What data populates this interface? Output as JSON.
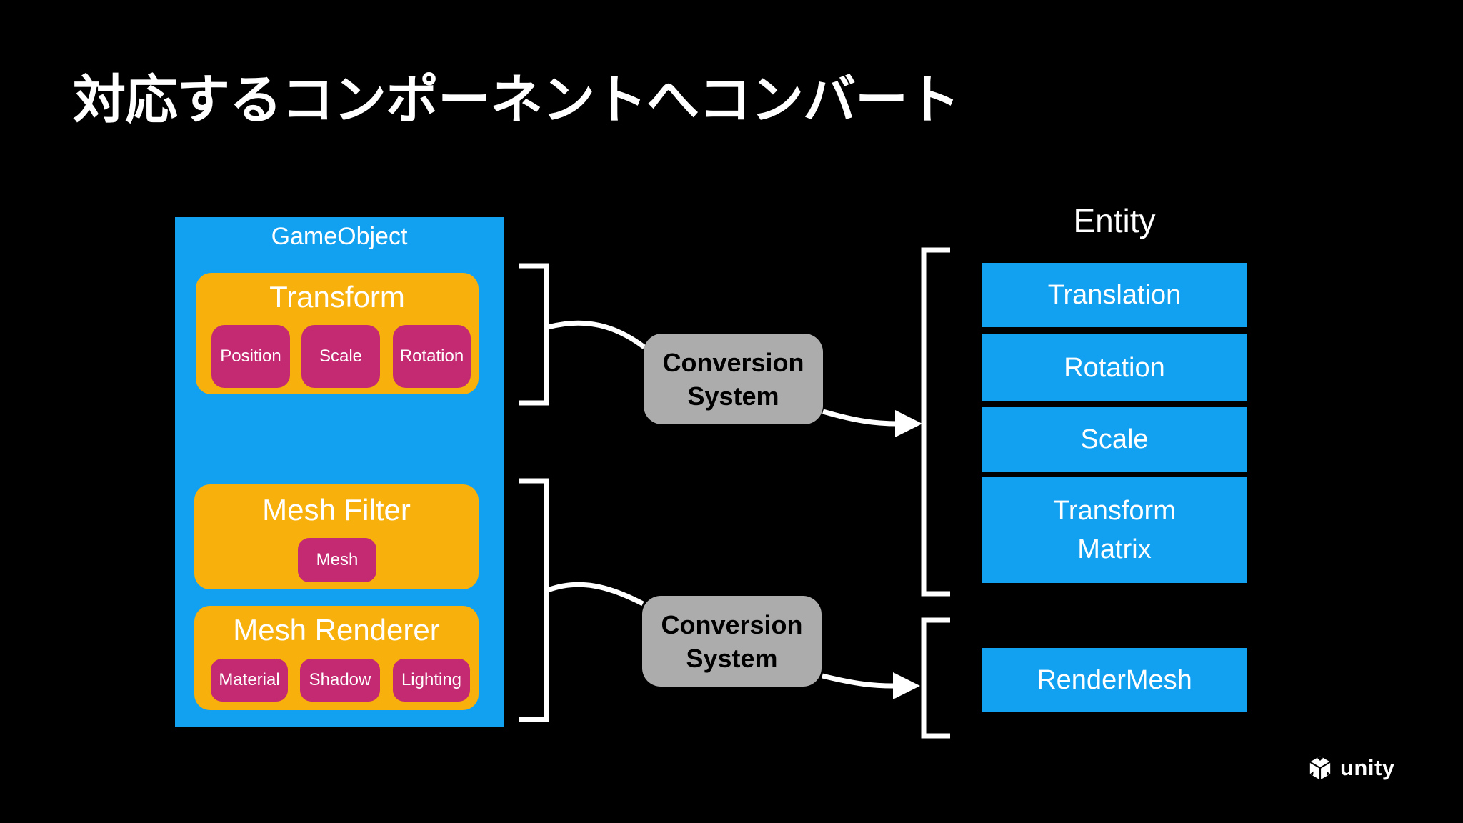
{
  "title": "対応するコンポーネントへコンバート",
  "colors": {
    "background": "#000000",
    "accent_blue": "#12A1F0",
    "accent_orange": "#F7B00C",
    "accent_pink": "#C42A72",
    "conversion_gray": "#ACACAC",
    "line_white": "#FFFFFF",
    "conversion_text": "#000000"
  },
  "gameobject": {
    "label": "GameObject",
    "transform": {
      "label": "Transform",
      "fields": [
        "Position",
        "Scale",
        "Rotation"
      ]
    },
    "mesh_filter": {
      "label": "Mesh Filter",
      "fields": [
        "Mesh"
      ]
    },
    "mesh_renderer": {
      "label": "Mesh Renderer",
      "fields": [
        "Material",
        "Shadow",
        "Lighting"
      ]
    }
  },
  "conversion": {
    "label": "Conversion\nSystem"
  },
  "entity": {
    "label": "Entity",
    "transform_components": [
      "Translation",
      "Rotation",
      "Scale",
      "Transform\nMatrix"
    ],
    "render_component": "RenderMesh"
  },
  "brand": {
    "wordmark": "unity",
    "icon": "unity-cube-logo"
  }
}
